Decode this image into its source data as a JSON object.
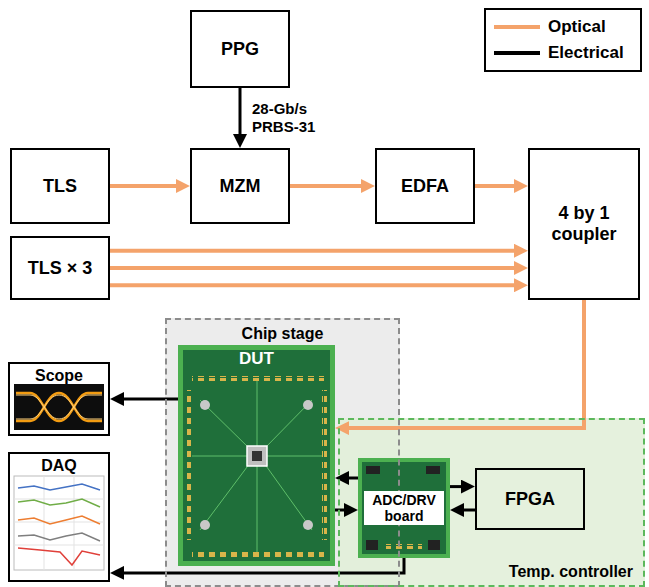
{
  "diagram": {
    "nodes": [
      {
        "text": [
          "PPG"
        ]
      },
      {
        "text": [
          "TLS"
        ]
      },
      {
        "text": [
          "MZM"
        ]
      },
      {
        "text": [
          "EDFA"
        ]
      },
      {
        "text": [
          "4 by 1 coupler"
        ]
      },
      {
        "text": [
          "TLS × 3"
        ]
      },
      {
        "text": [
          "Scope"
        ]
      },
      {
        "text": [
          "Chip stage"
        ]
      },
      {
        "text": [
          "DUT"
        ],
        "in": 7
      },
      {
        "text": [
          "DAQ"
        ]
      },
      {
        "text": [
          "Temp. controller"
        ]
      },
      {
        "text": [
          "ADC/DRV board"
        ],
        "in": 10
      },
      {
        "text": [
          "FPGA"
        ],
        "in": 10
      }
    ],
    "edges": [
      {
        "from": 0,
        "to": 2,
        "label": "28-Gb/s PRBS-31",
        "arrow": "to"
      },
      {
        "from": 1,
        "to": 2,
        "arrow": "to"
      },
      {
        "from": 2,
        "to": 3,
        "arrow": "to"
      },
      {
        "from": 3,
        "to": 4,
        "arrow": "to"
      },
      {
        "from": 5,
        "to": 4,
        "arrow": "to"
      },
      {
        "from": 5,
        "to": 4,
        "arrow": "to"
      },
      {
        "from": 5,
        "to": 4,
        "arrow": "to"
      },
      {
        "from": 4,
        "to": 8,
        "arrow": "to"
      },
      {
        "from": 8,
        "to": 6,
        "arrow": "to"
      },
      {
        "from": 11,
        "to": 8,
        "arrow": "to"
      },
      {
        "from": 8,
        "to": 11,
        "arrow": "to"
      },
      {
        "from": 11,
        "to": 12,
        "arrow": "to"
      },
      {
        "from": 12,
        "to": 11,
        "arrow": "to"
      },
      {
        "from": 11,
        "to": 9,
        "arrow": "to"
      }
    ],
    "legend": [
      {
        "text": "Optical"
      },
      {
        "text": "Electrical"
      }
    ]
  }
}
